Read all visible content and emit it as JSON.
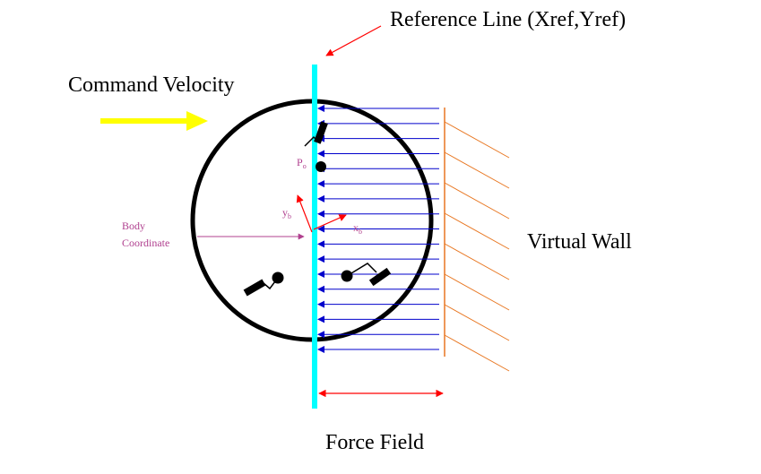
{
  "labels": {
    "reference_line": "Reference Line (Xref,Yref)",
    "command_velocity": "Command Velocity",
    "virtual_wall": "Virtual Wall",
    "force_field": "Force Field",
    "body_line1": "Body",
    "body_line2": "Coordinate",
    "p_main": "P",
    "p_sub": "o",
    "y_main": "y",
    "y_sub": "b",
    "x_main": "x",
    "x_sub": "b"
  },
  "colors": {
    "reference_line": "#00ffff",
    "velocity_arrow": "#ffff00",
    "force_arrows": "#0000cc",
    "wall": "#e87722",
    "annotation_red": "#ff0000",
    "annotation_magenta": "#b0408f",
    "outline": "#000000"
  },
  "force_field_arrow_count": 17
}
